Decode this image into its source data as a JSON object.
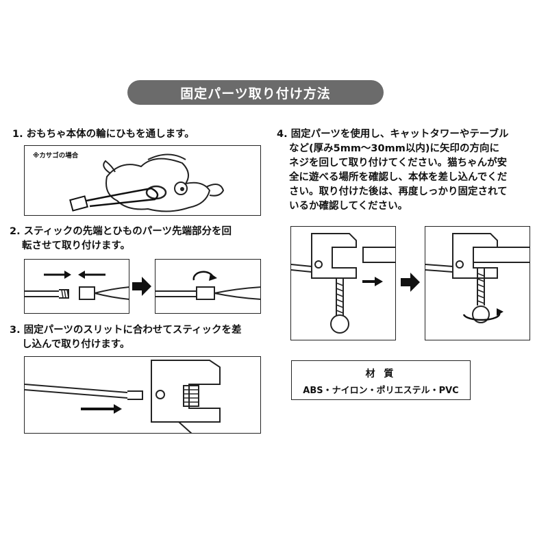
{
  "title": "固定パーツ取り付け方法",
  "steps": {
    "s1": "1. おもちゃ本体の輪にひもを通します。",
    "s1_note": "※カサゴの場合",
    "s2_line1": "2. スティックの先端とひものパーツ先端部分を回",
    "s2_line2": "転させて取り付けます。",
    "s3_line1": "3. 固定パーツのスリットに合わせてスティックを差",
    "s3_line2": "し込んで取り付けます。",
    "s4_line1": "4. 固定パーツを使用し、キャットタワーやテーブル",
    "s4_line2": "など(厚み5mm～30mm以内)に矢印の方向に",
    "s4_line3": "ネジを回して取り付けてください。猫ちゃんが安",
    "s4_line4": "全に遊べる場所を確認し、本体を差し込んでくだ",
    "s4_line5": "さい。取り付けた後は、再度しっかり固定されて",
    "s4_line6": "いるか確認してください。"
  },
  "material": {
    "title": "材 質",
    "body": "ABS・ナイロン・ポリエステル・PVC"
  }
}
